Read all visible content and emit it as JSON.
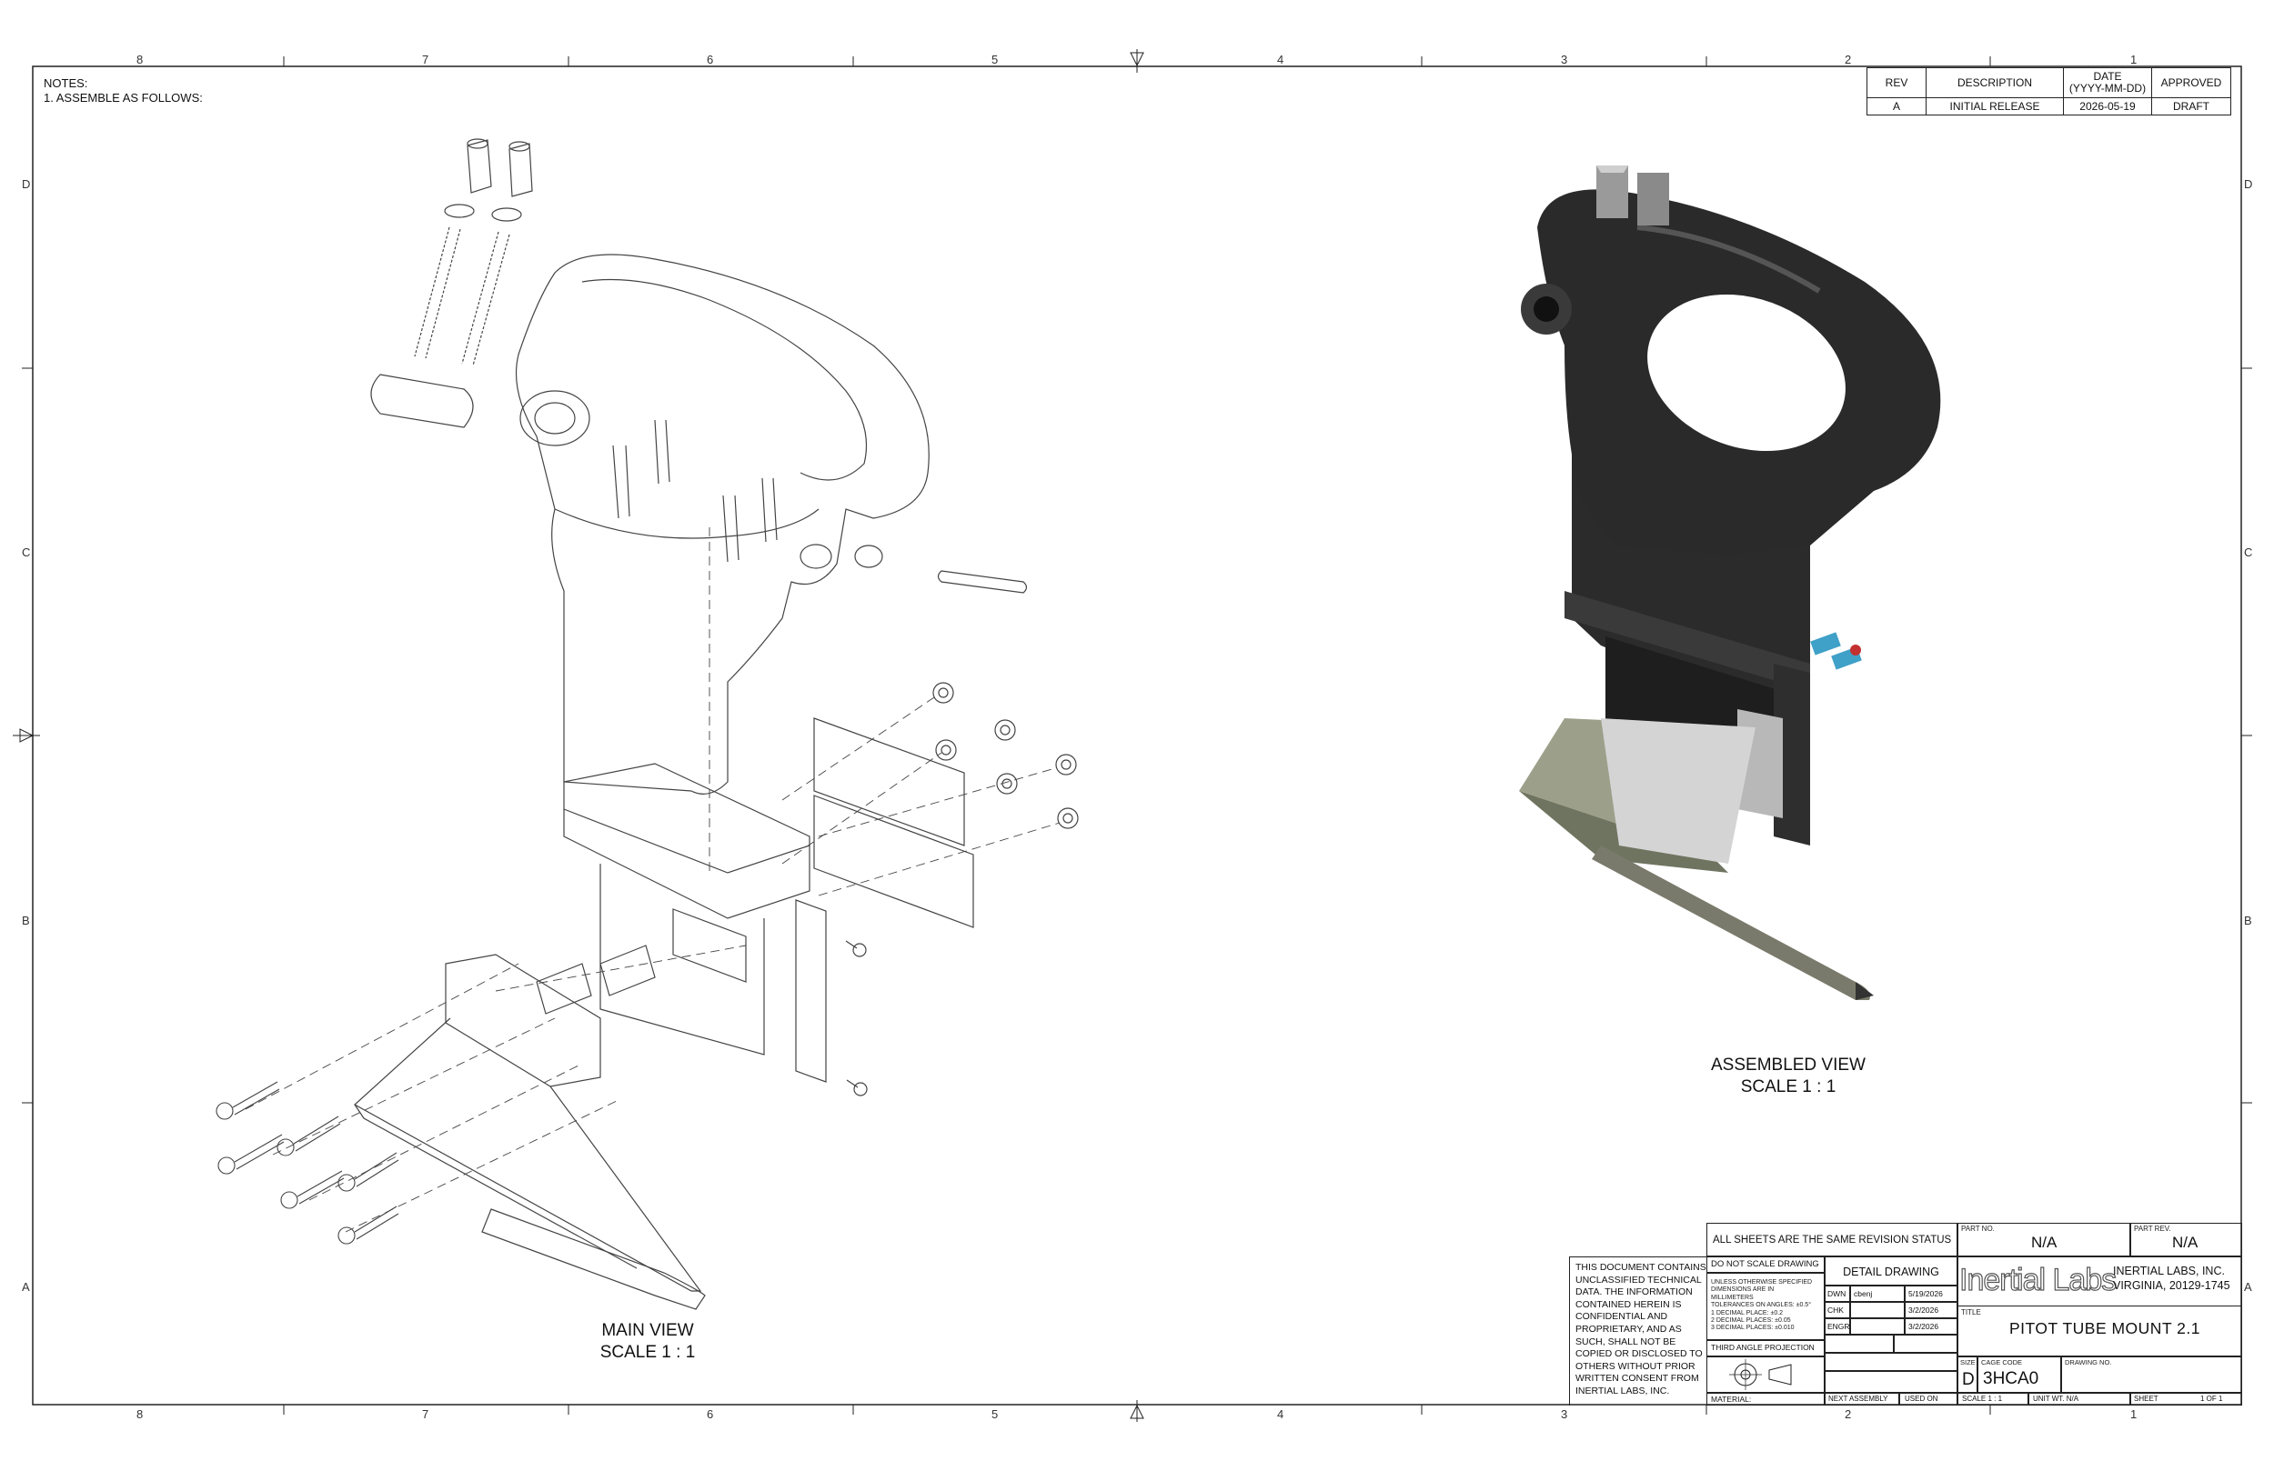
{
  "zones": {
    "top": [
      "8",
      "7",
      "6",
      "5",
      "4",
      "3",
      "2",
      "1"
    ],
    "bottom": [
      "8",
      "7",
      "6",
      "5",
      "4",
      "3",
      "2",
      "1"
    ],
    "left": [
      "D",
      "C",
      "B",
      "A"
    ],
    "right": [
      "D",
      "C",
      "B",
      "A"
    ]
  },
  "notes": {
    "title": "NOTES:",
    "item1": "1. ASSEMBLE AS FOLLOWS:"
  },
  "revision_table": {
    "headers": {
      "rev": "REV",
      "description": "DESCRIPTION",
      "date": "DATE",
      "date_format": "(YYYY-MM-DD)",
      "approved": "APPROVED"
    },
    "row": {
      "rev": "A",
      "description": "INITIAL RELEASE",
      "date": "2026-05-19",
      "approved": "DRAFT"
    }
  },
  "views": {
    "main": {
      "name": "MAIN VIEW",
      "scale": "SCALE 1 : 1"
    },
    "assembled": {
      "name": "ASSEMBLED VIEW",
      "scale": "SCALE 1 : 1"
    }
  },
  "confidential": "THIS DOCUMENT CONTAINS UNCLASSIFIED TECHNICAL DATA. THE INFORMATION CONTAINED HEREIN IS CONFIDENTIAL AND PROPRIETARY, AND AS SUCH, SHALL NOT BE COPIED OR DISCLOSED TO OTHERS WITHOUT PRIOR WRITTEN CONSENT FROM INERTIAL LABS, INC.",
  "title_block": {
    "revision_status": "ALL SHEETS ARE THE SAME REVISION STATUS",
    "part_no_label": "PART NO.",
    "part_no": "N/A",
    "part_rev_label": "PART REV.",
    "part_rev": "N/A",
    "do_not_scale": "DO NOT SCALE DRAWING",
    "detail_drawing": "DETAIL DRAWING",
    "tolerances": [
      "UNLESS OTHERWISE SPECIFIED",
      "DIMENSIONS ARE IN",
      "MILLIMETERS",
      "TOLERANCES ON ANGLES: ±0.5°",
      "1 DECIMAL PLACE: ±0.2",
      "2 DECIMAL PLACES: ±0.05",
      "3 DECIMAL PLACES: ±0.010"
    ],
    "signoffs": [
      {
        "role": "DWN",
        "name": "cbenj",
        "date": "5/19/2026"
      },
      {
        "role": "CHK",
        "name": "",
        "date": "3/2/2026"
      },
      {
        "role": "ENGR",
        "name": "",
        "date": "3/2/2026"
      }
    ],
    "projection": "THIRD ANGLE PROJECTION",
    "logo_text": "Inertial Labs",
    "company_line1": "INERTIAL LABS, INC.",
    "company_line2": "VIRGINIA, 20129-1745",
    "title_label": "TITLE",
    "title": "PITOT TUBE MOUNT 2.1",
    "size_label": "SIZE",
    "size": "D",
    "cage_label": "CAGE CODE",
    "cage": "3HCA0",
    "drawing_no_label": "DRAWING NO.",
    "material_label": "MATERIAL:",
    "next_assembly_label": "NEXT ASSEMBLY",
    "used_on_label": "USED ON",
    "scale": "SCALE 1 : 1",
    "unit_wt": "UNIT WT. N/A",
    "sheet_label": "SHEET",
    "sheet": "1 OF 1"
  }
}
